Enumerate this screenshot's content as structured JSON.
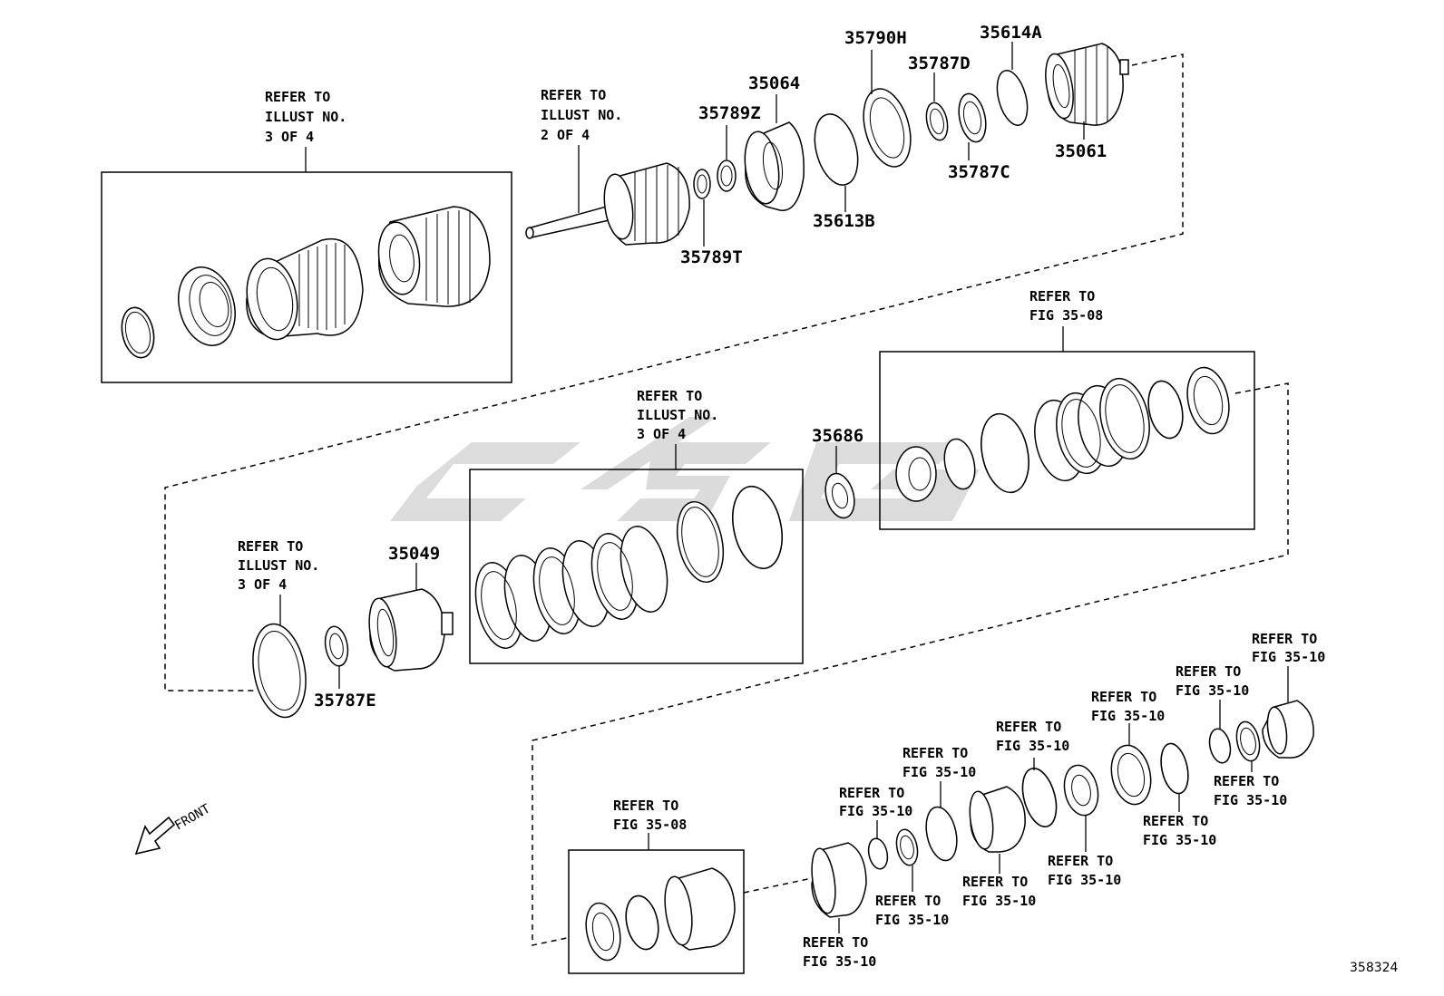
{
  "diagram_id": "358324",
  "front_label": "FRONT",
  "watermark_text": "",
  "part_numbers": {
    "p35790H": "35790H",
    "p35614A": "35614A",
    "p35787D": "35787D",
    "p35064": "35064",
    "p35789Z": "35789Z",
    "p35061": "35061",
    "p35787C": "35787C",
    "p35613B": "35613B",
    "p35789T": "35789T",
    "p35686": "35686",
    "p35049": "35049",
    "p35787E": "35787E"
  },
  "refs": {
    "refer_to": "REFER TO",
    "illust_no": "ILLUST NO.",
    "three_of_four": "3 OF 4",
    "two_of_four": "2 OF 4",
    "fig_35_08": "FIG 35-08",
    "fig_35_10": "FIG 35-10",
    "refer_to_fig_35_10": "REFER TO FIG 35-10"
  }
}
